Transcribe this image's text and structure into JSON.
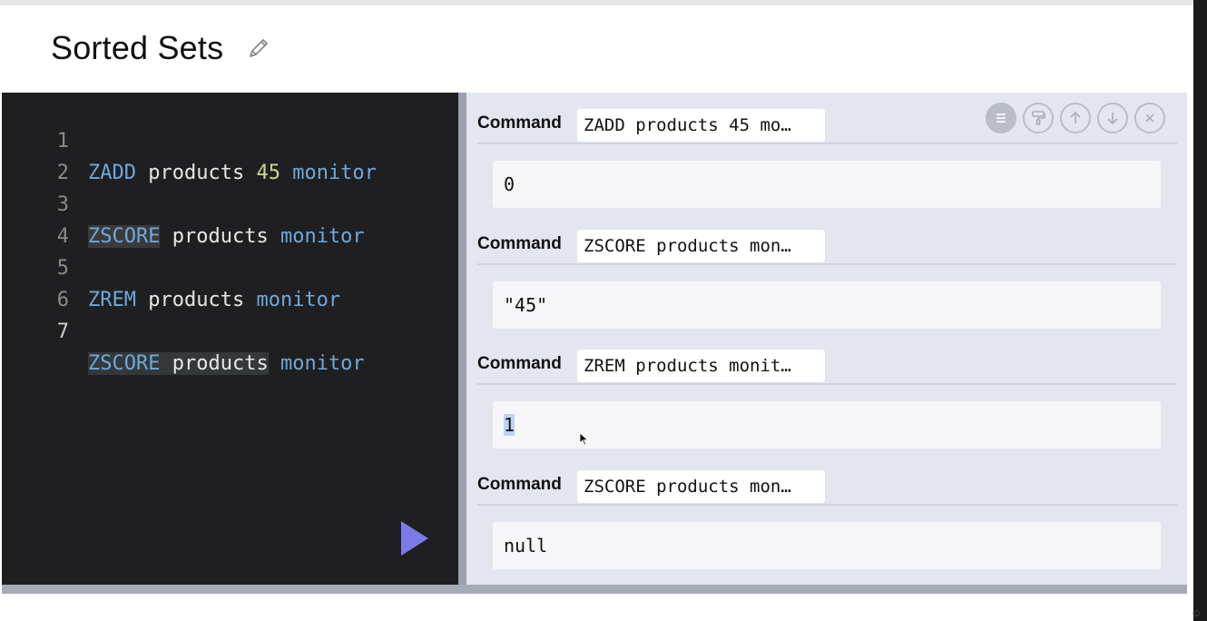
{
  "page": {
    "title": "Sorted Sets"
  },
  "editor": {
    "lines": [
      {
        "num": "1",
        "tokens": [
          "ZADD",
          "products",
          "45",
          "monitor"
        ]
      },
      {
        "num": "2"
      },
      {
        "num": "3",
        "tokens": [
          "ZSCORE",
          "products",
          "monitor"
        ]
      },
      {
        "num": "4"
      },
      {
        "num": "5",
        "tokens": [
          "ZREM",
          "products",
          "monitor"
        ]
      },
      {
        "num": "6"
      },
      {
        "num": "7",
        "tokens": [
          "ZSCORE",
          "products",
          "monitor"
        ]
      }
    ]
  },
  "results": {
    "command_label": "Command",
    "items": [
      {
        "command": "ZADD products 45 mo…",
        "output": "0"
      },
      {
        "command": "ZSCORE products mon…",
        "output": "\"45\""
      },
      {
        "command": "ZREM products monit…",
        "output": "1"
      },
      {
        "command": "ZSCORE products mon…",
        "output": "null"
      }
    ]
  },
  "toolbar": {
    "icons": [
      "list-icon",
      "paint-roller-icon",
      "arrow-up-icon",
      "arrow-down-icon",
      "close-icon"
    ]
  },
  "colors": {
    "editor_bg": "#1f1f21",
    "keyword": "#6fa8dc",
    "number": "#c8d88e",
    "run_button": "#7b7be8",
    "results_bg": "#e3e6ef"
  }
}
